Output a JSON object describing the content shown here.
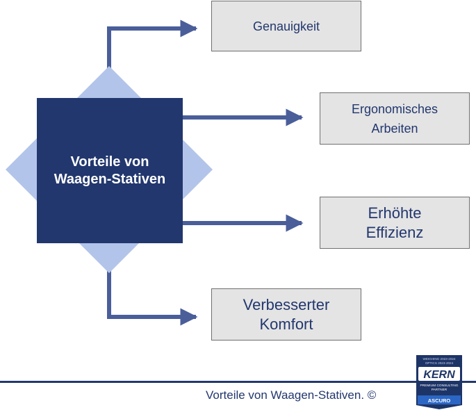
{
  "center": {
    "label": "Vorteile von\nWaagen-Stativen"
  },
  "benefits": [
    {
      "label": "Genauigkeit"
    },
    {
      "label": "Ergonomisches\nArbeiten"
    },
    {
      "label": "Erhöhte\nEffizienz"
    },
    {
      "label": "Verbesserter\nKomfort"
    }
  ],
  "footer": {
    "caption": "Vorteile von Waagen-Stativen.  ©"
  },
  "badge": {
    "lines": [
      "WEIGHING 2023-2024",
      "OPTICS 2023-2024"
    ],
    "brand": "KERN",
    "partner": [
      "PREMIUM CONSULTING",
      "PARTNER"
    ],
    "name": "ASCURO"
  },
  "colors": {
    "navy": "#22376e",
    "diamond": "#b3c4ea",
    "arrow": "#4a5e9a",
    "card_bg": "#e4e4e4"
  }
}
